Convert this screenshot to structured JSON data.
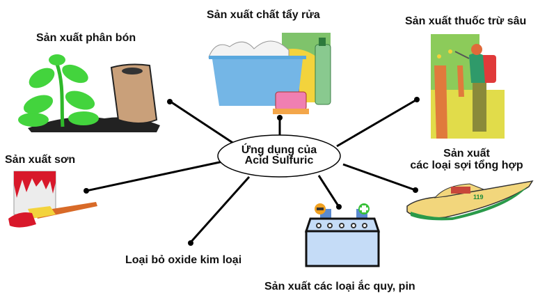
{
  "diagram": {
    "type": "mind-map",
    "center": {
      "line1": "Ứng dụng của",
      "line2": "Acid Sulfuric"
    },
    "branches": [
      {
        "id": "fertilizer",
        "label": "Sản xuất phân bón",
        "icon": "fertilizer-plant-icon"
      },
      {
        "id": "detergent",
        "label": "Sản xuất chất tẩy rửa",
        "icon": "detergent-basin-icon"
      },
      {
        "id": "pesticide",
        "label": "Sản xuất thuốc trừ sâu",
        "icon": "pesticide-sprayer-icon"
      },
      {
        "id": "synthetic-fiber",
        "label_line1": "Sản xuất",
        "label_line2": "các loại sợi tổng hợp",
        "icon": "speedboat-icon"
      },
      {
        "id": "battery",
        "label": "Sản xuất các loại ắc quy, pin",
        "icon": "battery-icon"
      },
      {
        "id": "oxide-removal",
        "label": "Loại bỏ oxide kim loại",
        "icon": "none"
      },
      {
        "id": "paint",
        "label": "Sản xuất sơn",
        "icon": "paint-can-icon"
      }
    ],
    "colors": {
      "line": "#000000",
      "plant": "#3fd13a",
      "basin": "#6aaee0",
      "paint": "#d8182a",
      "battery": "#c5dcf7",
      "boat": "#f2d67c",
      "grass": "#e1dc4a"
    }
  }
}
